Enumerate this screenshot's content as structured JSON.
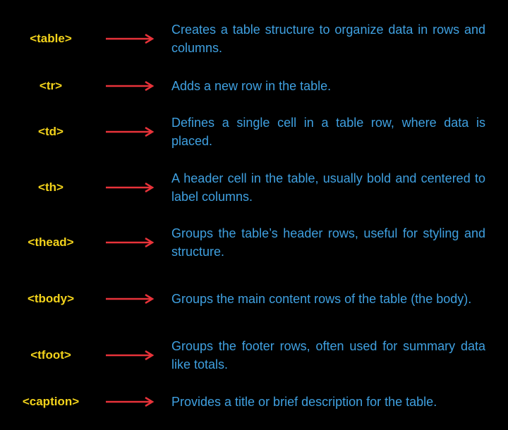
{
  "colors": {
    "tag": "#f2d21b",
    "arrow": "#e8333a",
    "description": "#3fa0e0",
    "background": "#000000"
  },
  "items": [
    {
      "tag": "<table>",
      "description": "Creates a table structure to organize data in rows and columns."
    },
    {
      "tag": "<tr>",
      "description": "Adds a new row in the table."
    },
    {
      "tag": "<td>",
      "description": "Defines a single cell in a table row, where data is placed."
    },
    {
      "tag": "<th>",
      "description": "A header cell in the table, usually bold and centered to label columns."
    },
    {
      "tag": "<thead>",
      "description": "Groups the table’s header rows, useful for styling and structure."
    },
    {
      "tag": "<tbody>",
      "description": "Groups the main content rows of the table (the body)."
    },
    {
      "tag": "<tfoot>",
      "description": "Groups the footer rows, often used for summary data like totals."
    },
    {
      "tag": "<caption>",
      "description": "Provides a title or brief description for the table."
    }
  ]
}
